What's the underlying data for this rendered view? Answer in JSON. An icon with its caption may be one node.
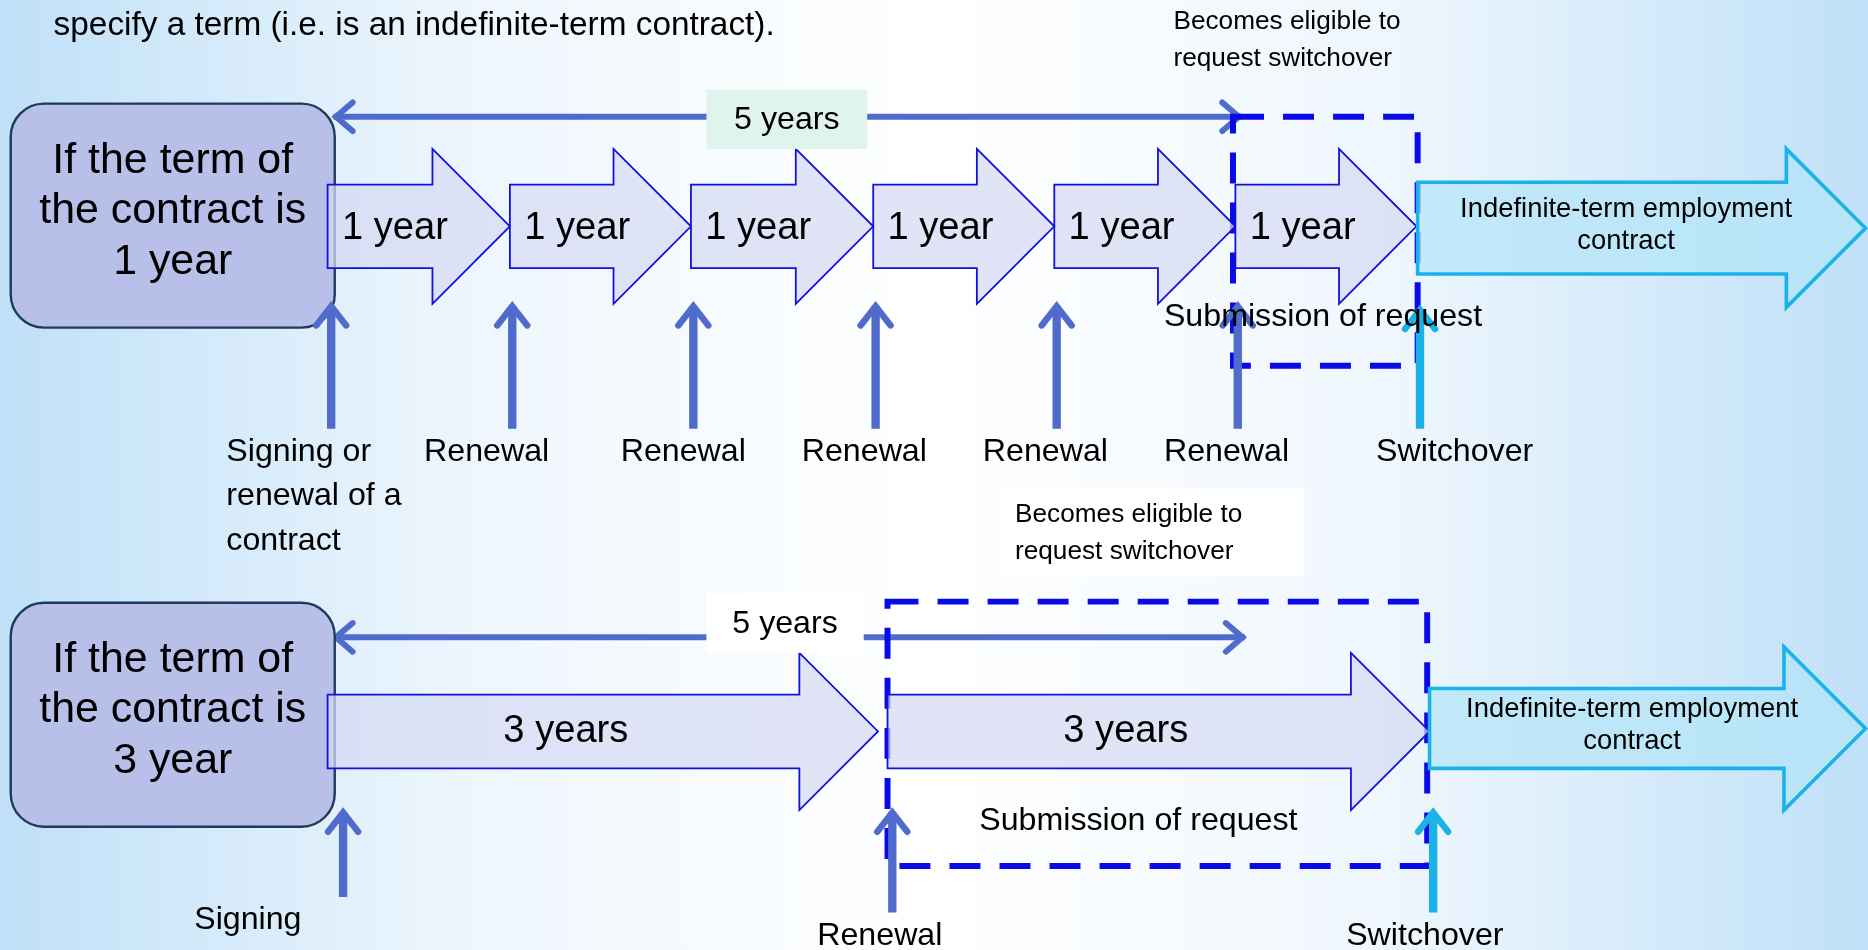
{
  "diagram": {
    "nodes": [
      {
        "text": [
          "If the term of the contract is 1 year"
        ]
      },
      {
        "text": [
          "1 year"
        ]
      },
      {
        "text": [
          "1 year"
        ]
      },
      {
        "text": [
          "1 year"
        ]
      },
      {
        "text": [
          "1 year"
        ]
      },
      {
        "text": [
          "1 year"
        ]
      },
      {
        "text": [
          "1 year"
        ]
      },
      {
        "text": [
          "Indefinite-term employment contract"
        ]
      },
      {
        "text": [
          "Signing or renewal of a contract"
        ]
      },
      {
        "text": [
          "Renewal"
        ]
      },
      {
        "text": [
          "Renewal"
        ]
      },
      {
        "text": [
          "Renewal"
        ]
      },
      {
        "text": [
          "Renewal"
        ]
      },
      {
        "text": [
          "Renewal"
        ]
      },
      {
        "text": [
          "Switchover"
        ]
      },
      {
        "text": [
          "If the term of the contract is 3 year"
        ]
      },
      {
        "text": [
          "3 years"
        ]
      },
      {
        "text": [
          "3 years"
        ]
      },
      {
        "text": [
          "Indefinite-term employment contract"
        ]
      },
      {
        "text": [
          "Signing"
        ]
      },
      {
        "text": [
          "Renewal"
        ]
      },
      {
        "text": [
          "Switchover"
        ]
      }
    ],
    "edges": [
      {
        "from": 8,
        "to": 1,
        "arrow": "to"
      },
      {
        "from": 9,
        "to": 2,
        "arrow": "to"
      },
      {
        "from": 10,
        "to": 3,
        "arrow": "to"
      },
      {
        "from": 11,
        "to": 4,
        "arrow": "to"
      },
      {
        "from": 12,
        "to": 5,
        "arrow": "to"
      },
      {
        "from": 13,
        "to": 6,
        "arrow": "to"
      },
      {
        "from": 14,
        "to": 7,
        "arrow": "to",
        "color": "#1ab2e8"
      },
      {
        "from": 19,
        "to": 16,
        "arrow": "to"
      },
      {
        "from": 20,
        "to": 17,
        "arrow": "to"
      },
      {
        "from": 21,
        "to": 18,
        "arrow": "to",
        "color": "#1ab2e8"
      }
    ],
    "labels": [
      "specify a term (i.e. is an indefinite-term contract).",
      "Becomes eligible to request switchover",
      "5 years",
      "Submission of request",
      "Becomes eligible to request switchover",
      "5 years",
      "Submission of request"
    ]
  }
}
